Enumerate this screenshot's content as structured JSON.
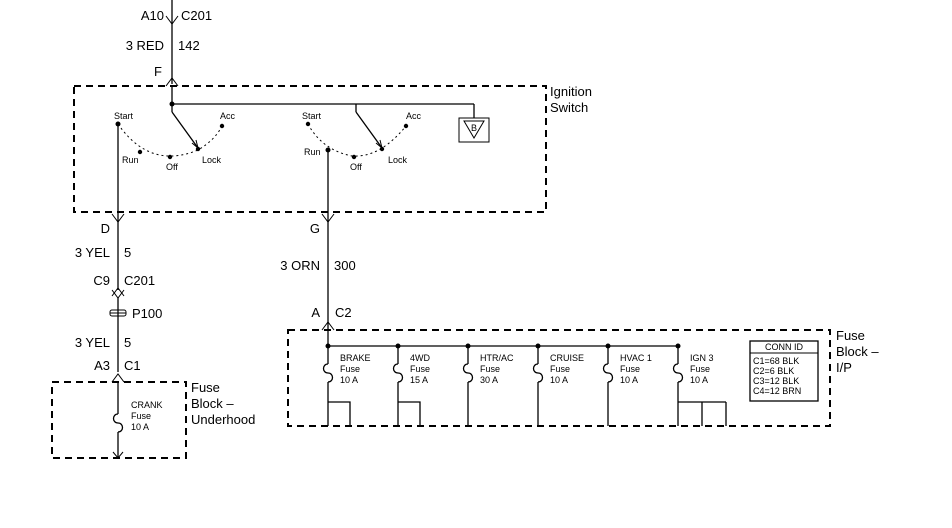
{
  "top": {
    "pin": "A10",
    "connector": "C201",
    "wire_size_color": "3 RED",
    "circuit": "142",
    "switch_pin": "F"
  },
  "ignition": {
    "title_line1": "Ignition",
    "title_line2": "Switch",
    "positions": {
      "start": "Start",
      "acc": "Acc",
      "run": "Run",
      "off": "Off",
      "lock": "Lock"
    },
    "ground_label": "B"
  },
  "left_circuit": {
    "switch_pin": "D",
    "wire1_size_color": "3 YEL",
    "wire1_circuit": "5",
    "conn_pin": "C9",
    "conn_name": "C201",
    "splice": "P100",
    "wire2_size_color": "3 YEL",
    "wire2_circuit": "5",
    "fuse_pin": "A3",
    "fuse_conn": "C1"
  },
  "right_circuit": {
    "switch_pin": "G",
    "wire_size_color": "3 ORN",
    "wire_circuit": "300",
    "fuse_pin": "A",
    "fuse_conn": "C2"
  },
  "underhood_block": {
    "title_line1": "Fuse",
    "title_line2": "Block –",
    "title_line3": "Underhood",
    "fuse": {
      "name": "CRANK",
      "type": "Fuse",
      "rating": "10 A"
    }
  },
  "ip_block": {
    "title_line1": "Fuse",
    "title_line2": "Block –",
    "title_line3": "I/P",
    "fuses": [
      {
        "name": "BRAKE",
        "type": "Fuse",
        "rating": "10 A"
      },
      {
        "name": "4WD",
        "type": "Fuse",
        "rating": "15 A"
      },
      {
        "name": "HTR/AC",
        "type": "Fuse",
        "rating": "30 A"
      },
      {
        "name": "CRUISE",
        "type": "Fuse",
        "rating": "10 A"
      },
      {
        "name": "HVAC 1",
        "type": "Fuse",
        "rating": "10 A"
      },
      {
        "name": "IGN 3",
        "type": "Fuse",
        "rating": "10 A"
      }
    ],
    "conn_id": {
      "title": "CONN ID",
      "rows": [
        "C1=68 BLK",
        "C2=6 BLK",
        "C3=12 BLK",
        "C4=12 BRN"
      ]
    }
  }
}
